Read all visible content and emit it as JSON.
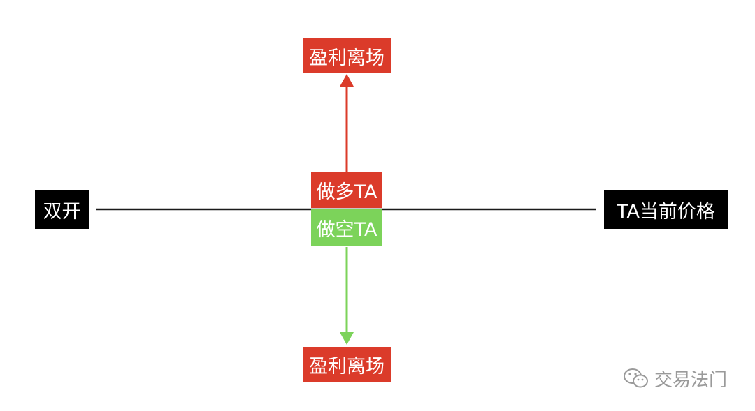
{
  "colors": {
    "red": "#db3b2a",
    "green": "#7cd35a",
    "black": "#000000",
    "line": "#1a1a1a",
    "watermark": "#9a9a9a"
  },
  "nodes": {
    "left_label": "双开",
    "right_label": "TA当前价格",
    "long_label": "做多TA",
    "short_label": "做空TA",
    "top_exit_label": "盈利离场",
    "bottom_exit_label": "盈利离场"
  },
  "watermark": {
    "text": "交易法门",
    "icon": "wechat-icon"
  }
}
